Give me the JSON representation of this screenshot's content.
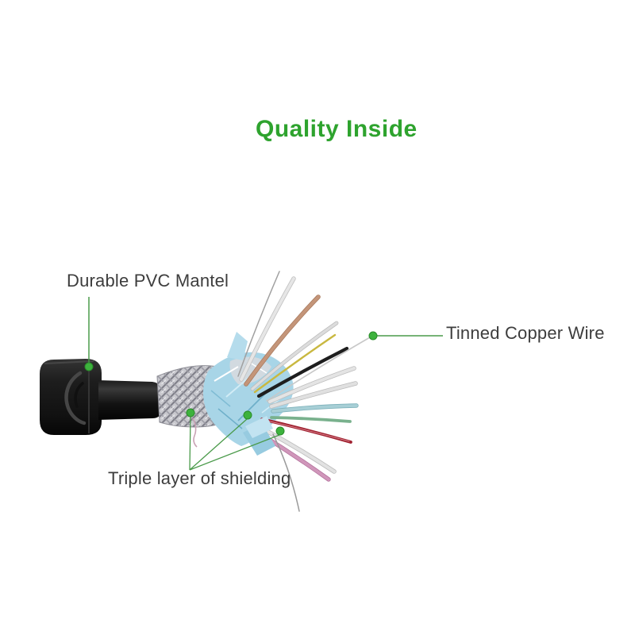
{
  "title": {
    "text": "Quality Inside"
  },
  "callouts": {
    "pvc": {
      "label": "Durable PVC Mantel"
    },
    "copper": {
      "label": "Tinned Copper Wire"
    },
    "shielding": {
      "label": "Triple layer of shielding"
    }
  },
  "colors": {
    "background": "#ffffff",
    "title_green": "#2ea32e",
    "label_text": "#3d3d3d",
    "leader_line_green": "#4a9a4a",
    "marker_dot_green": "#3db23d"
  },
  "illustration": {
    "description": "cable cutaway: black strain-relief boot and PVC jacket, braided shield, blue foil shield, fanned-out inner wires",
    "wire_colors": {
      "tan": "#c49579",
      "yellow": "#c9b840",
      "black": "#1e1e1e",
      "teal": "#a3cdd4",
      "green": "#79b18d",
      "dark_red": "#a02231",
      "pink": "#cd92b8",
      "white": "#e2e2e2",
      "gray": "#9a9a9a",
      "tinned": "#c8c8c8"
    },
    "foil_blue": "#a8d5e7",
    "braid_gray": "#c9c9ce"
  }
}
